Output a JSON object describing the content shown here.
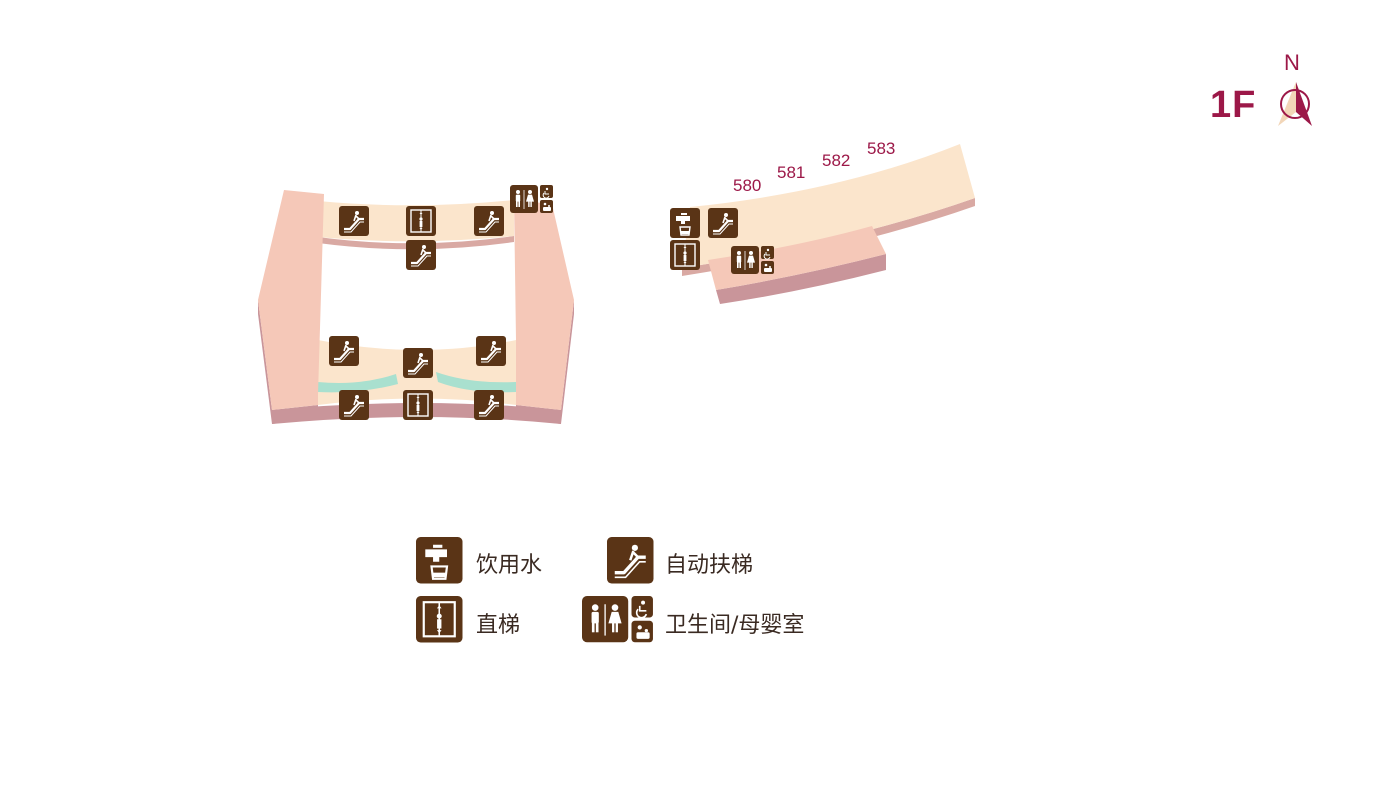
{
  "floor": {
    "label": "1F",
    "north": "N"
  },
  "shops": [
    {
      "number": "580"
    },
    {
      "number": "581"
    },
    {
      "number": "582"
    },
    {
      "number": "583"
    }
  ],
  "legend": {
    "drinking_water": "饮用水",
    "escalator": "自动扶梯",
    "elevator": "直梯",
    "restroom": "卫生间/母婴室"
  },
  "colors": {
    "wing": "#f5c8b8",
    "wing_side": "#c9959a",
    "corridor": "#fbe5cc",
    "corridor_side": "#d9a9a3",
    "water": "#a9e0cf",
    "icon_bg": "#5a3416",
    "accent": "#9c1848"
  },
  "icons": [
    "escalator-icon",
    "elevator-icon",
    "restroom-icon",
    "drinking-water-icon",
    "north-arrow-icon"
  ]
}
